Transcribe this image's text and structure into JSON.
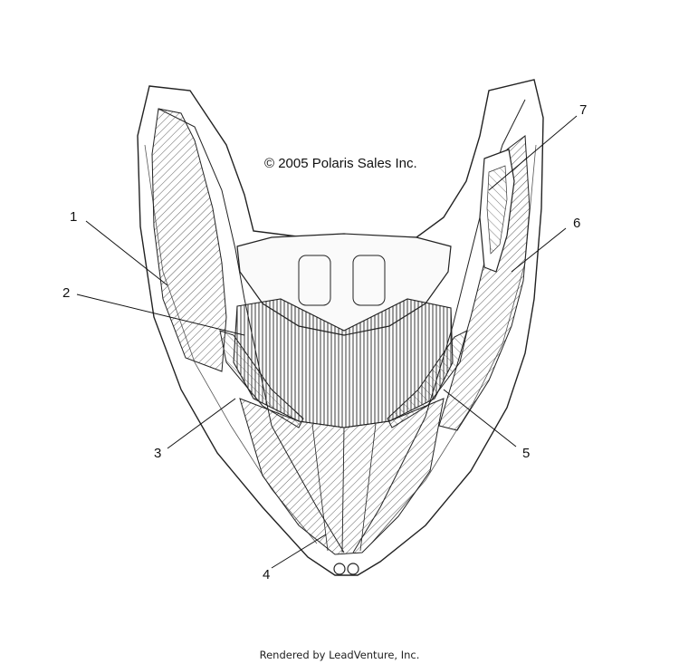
{
  "diagram": {
    "copyright": "© 2005 Polaris Sales Inc.",
    "callouts": [
      "1",
      "2",
      "3",
      "4",
      "5",
      "6",
      "7"
    ],
    "footer": "Rendered by LeadVenture, Inc."
  }
}
